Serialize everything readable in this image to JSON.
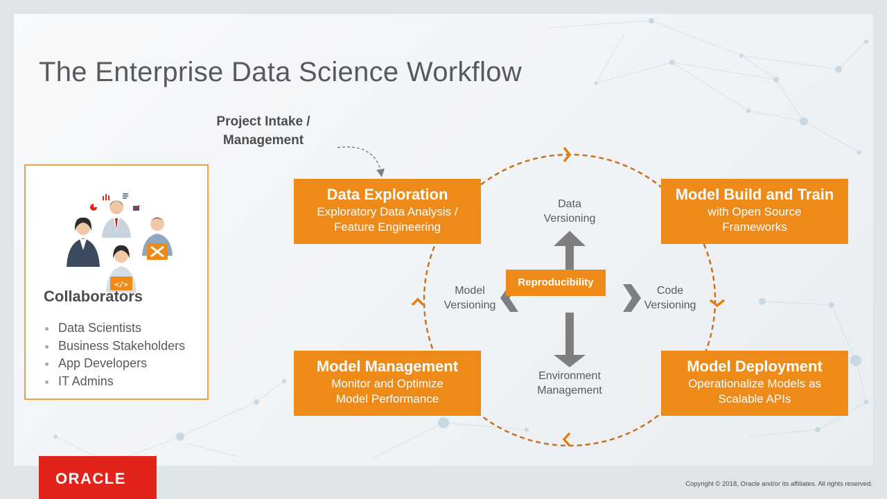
{
  "slide": {
    "title": "The Enterprise Data Science Workflow",
    "intake_label": "Project Intake / Management"
  },
  "collaborators": {
    "title": "Collaborators",
    "items": [
      "Data Scientists",
      "Business Stakeholders",
      "App Developers",
      "IT Admins"
    ]
  },
  "stages": {
    "exploration": {
      "title": "Data Exploration",
      "subtitle": "Exploratory Data Analysis / Feature Engineering"
    },
    "build": {
      "title": "Model Build and Train",
      "subtitle": "with Open Source Frameworks"
    },
    "management": {
      "title": "Model Management",
      "subtitle": "Monitor and Optimize Model Performance"
    },
    "deployment": {
      "title": "Model Deployment",
      "subtitle": "Operationalize Models as Scalable APIs"
    }
  },
  "center": {
    "label": "Reproducibility",
    "top": "Data Versioning",
    "bottom": "Environment Management",
    "left": "Model Versioning",
    "right": "Code Versioning"
  },
  "footer": {
    "logo_text": "ORACLE",
    "copyright": "Copyright © 2018, Oracle and/or its affiliates. All rights reserved."
  },
  "colors": {
    "accent": "#ee8a17",
    "cycle": "#c8711c",
    "arrow": "#7f7f7f",
    "oracle_red": "#e2231a"
  }
}
